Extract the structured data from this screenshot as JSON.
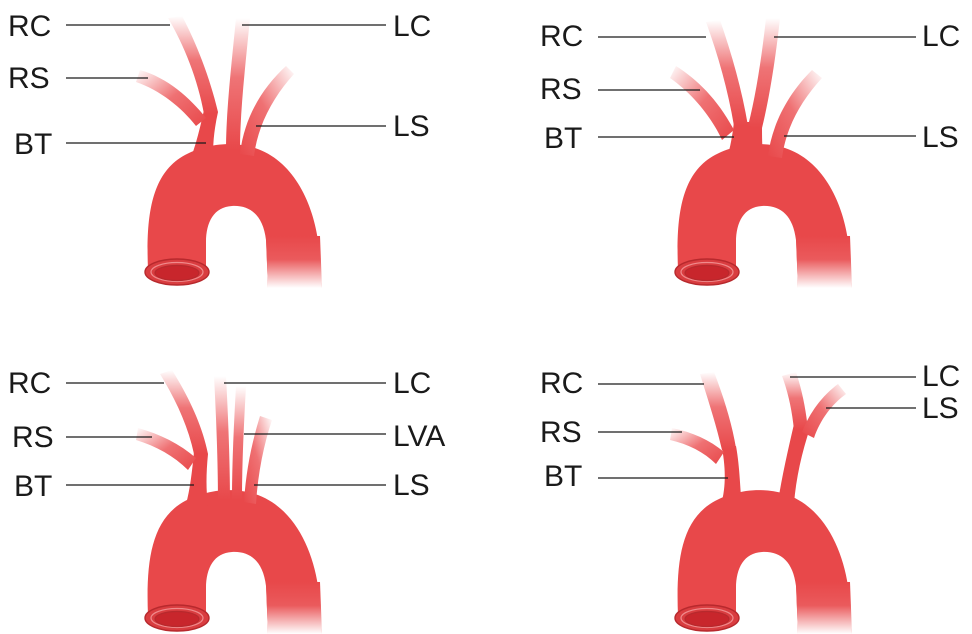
{
  "panels": [
    {
      "id": "panel-1",
      "labels_left": [
        "RC",
        "RS",
        "BT"
      ],
      "labels_right": [
        "LC",
        "LS"
      ]
    },
    {
      "id": "panel-2",
      "labels_left": [
        "RC",
        "RS",
        "BT"
      ],
      "labels_right": [
        "LC",
        "LS"
      ]
    },
    {
      "id": "panel-3",
      "labels_left": [
        "RC",
        "RS",
        "BT"
      ],
      "labels_right": [
        "LC",
        "LVA",
        "LS"
      ]
    },
    {
      "id": "panel-4",
      "labels_left": [
        "RC",
        "RS",
        "BT"
      ],
      "labels_right": [
        "LC",
        "LS"
      ]
    }
  ],
  "colors": {
    "vessel": "#e8484a",
    "vessel_fade": "#ffffff",
    "outline": "#b7292d",
    "text": "#1a1a1a"
  }
}
